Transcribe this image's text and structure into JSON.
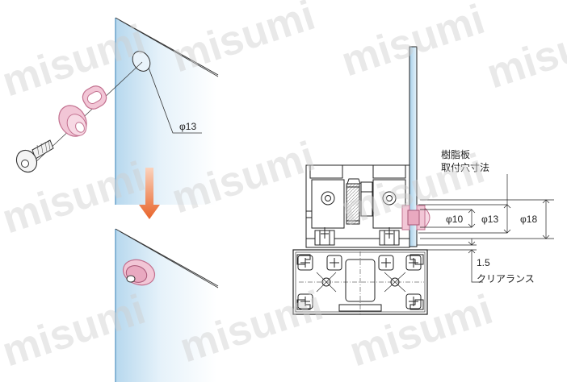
{
  "watermark": "misumi",
  "left_figure": {
    "hole_diameter_label": "φ13"
  },
  "right_figure": {
    "mount_hole_caption_line1": "樹脂板",
    "mount_hole_caption_line2": "取付穴寸法",
    "dim_phi10": "φ10",
    "dim_phi13": "φ13",
    "dim_phi18": "φ18",
    "clearance_value": "1.5",
    "clearance_label": "クリアランス"
  },
  "colors": {
    "panel_fill": "#cfe6f4",
    "panel_edge": "#7fb2d6",
    "washer_pink": "#f2c6d6",
    "washer_edge": "#c2708f",
    "arrow_orange": "#e8642a",
    "line": "#222222"
  }
}
